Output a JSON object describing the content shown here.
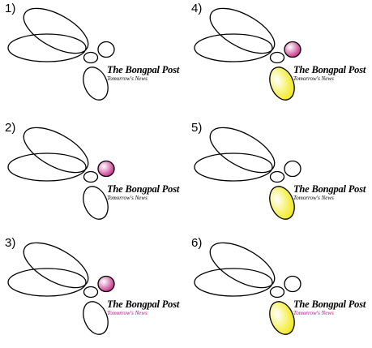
{
  "brand": {
    "title": "The Bongpal Post",
    "tagline": "Tomorrow's News"
  },
  "colors": {
    "outline": "#000000",
    "magenta_light": "#ffffff",
    "magenta_dark": "#c2187e",
    "yellow_light": "#ffffff",
    "yellow_dark": "#f0e800",
    "tagline_accent": "#d1008e"
  },
  "variants": [
    {
      "label": "1)",
      "head_fill": "none",
      "body_fill": "none",
      "tagline_color": "default"
    },
    {
      "label": "2)",
      "head_fill": "magenta",
      "body_fill": "none",
      "tagline_color": "default"
    },
    {
      "label": "3)",
      "head_fill": "magenta",
      "body_fill": "none",
      "tagline_color": "magenta"
    },
    {
      "label": "4)",
      "head_fill": "magenta",
      "body_fill": "yellow",
      "tagline_color": "default"
    },
    {
      "label": "5)",
      "head_fill": "none",
      "body_fill": "yellow",
      "tagline_color": "default"
    },
    {
      "label": "6)",
      "head_fill": "none",
      "body_fill": "yellow",
      "tagline_color": "magenta"
    }
  ]
}
